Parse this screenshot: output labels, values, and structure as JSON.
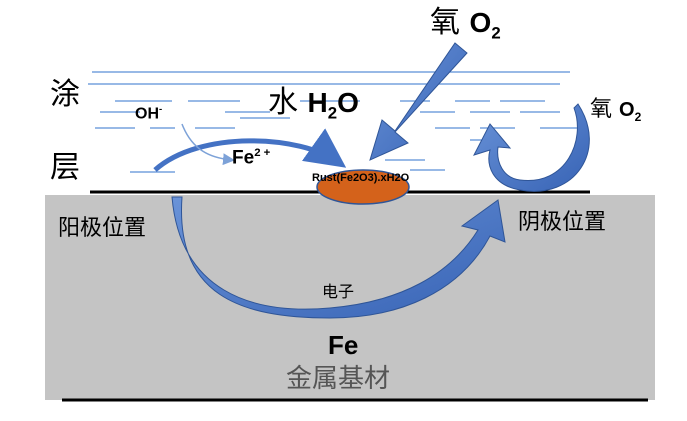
{
  "coating": {
    "char1": "涂",
    "char2": "层"
  },
  "water": {
    "label": "水",
    "formula_main": "H",
    "formula_sub": "2",
    "formula_end": "O"
  },
  "oxygen_top": {
    "label": "氧",
    "formula_main": "O",
    "formula_sub": "2"
  },
  "oxygen_right": {
    "label": "氧",
    "formula_main": "O",
    "formula_sub": "2"
  },
  "hydroxide": {
    "main": "OH",
    "sup": "-"
  },
  "iron_ion": {
    "main": "Fe",
    "sup": "2 +"
  },
  "rust": {
    "text": "Rust(Fe2O3).xH2O"
  },
  "anode": {
    "label": "阳极位置"
  },
  "cathode": {
    "label": "阴极位置"
  },
  "electron": {
    "label": "电子"
  },
  "substrate": {
    "symbol": "Fe",
    "label": "金属基材"
  },
  "colors": {
    "arrow_blue": "#4472c4",
    "water_line": "#5b8fd6",
    "rust_fill": "#d4621b",
    "substrate_gray": "#c4c4c4"
  }
}
